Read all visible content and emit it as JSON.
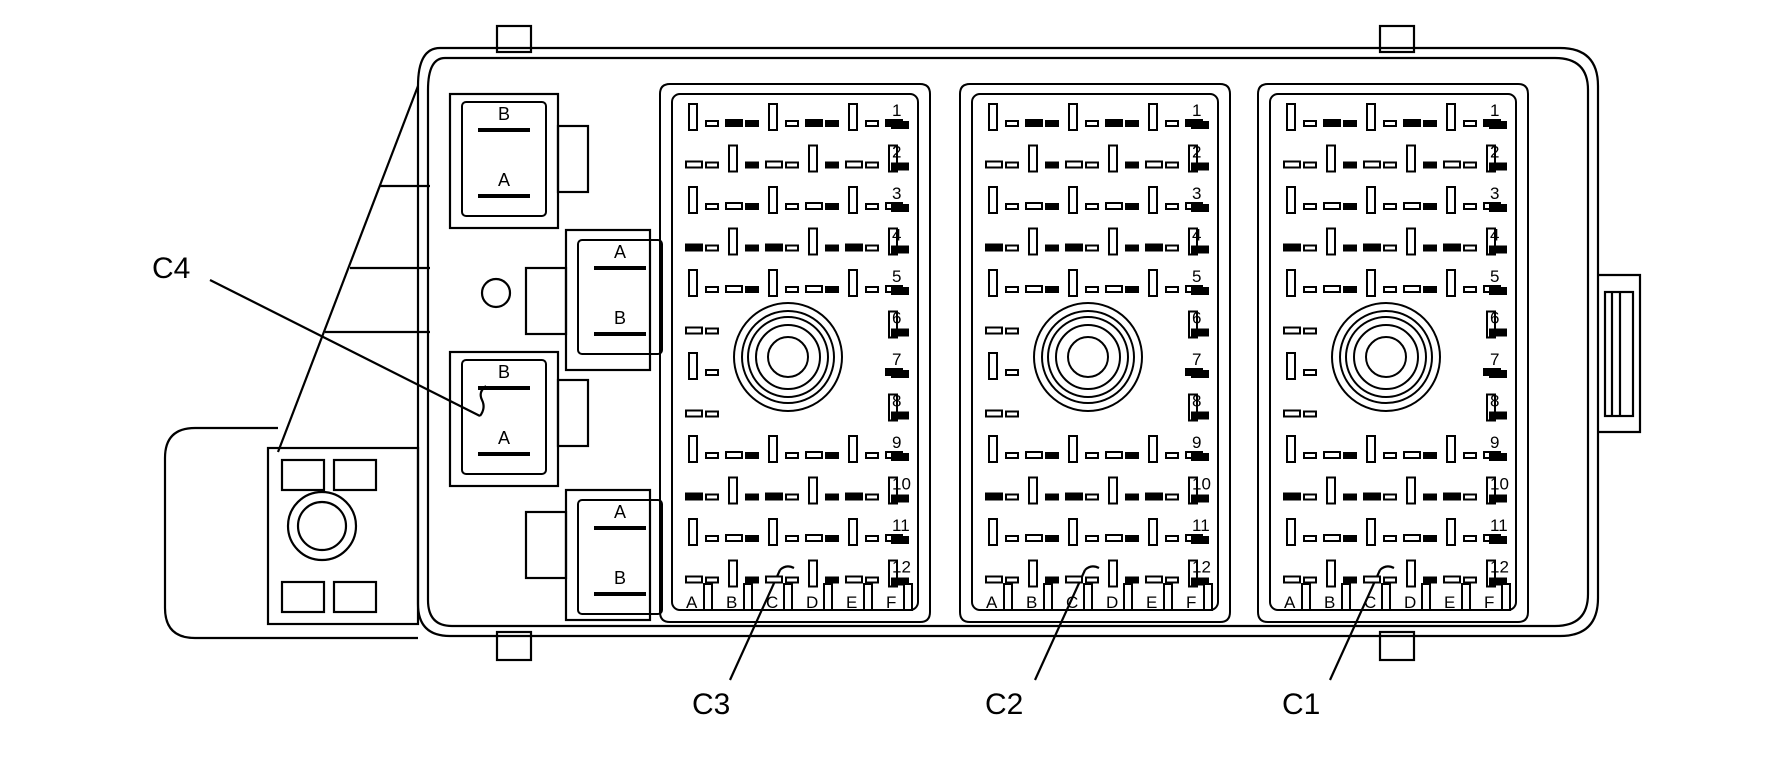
{
  "callouts": {
    "c1": "C1",
    "c2": "C2",
    "c3": "C3",
    "c4": "C4"
  },
  "connectors": [
    {
      "id": "C3"
    },
    {
      "id": "C2"
    },
    {
      "id": "C1"
    }
  ],
  "row_labels": [
    "1",
    "2",
    "3",
    "4",
    "5",
    "6",
    "7",
    "8",
    "9",
    "10",
    "11",
    "12"
  ],
  "column_labels": [
    "A",
    "B",
    "C",
    "D",
    "E",
    "F"
  ],
  "c4_cavities": [
    {
      "top": "B",
      "bottom": "A"
    },
    {
      "top": "A",
      "bottom": "B"
    },
    {
      "top": "B",
      "bottom": "A"
    },
    {
      "top": "A",
      "bottom": "B"
    }
  ]
}
